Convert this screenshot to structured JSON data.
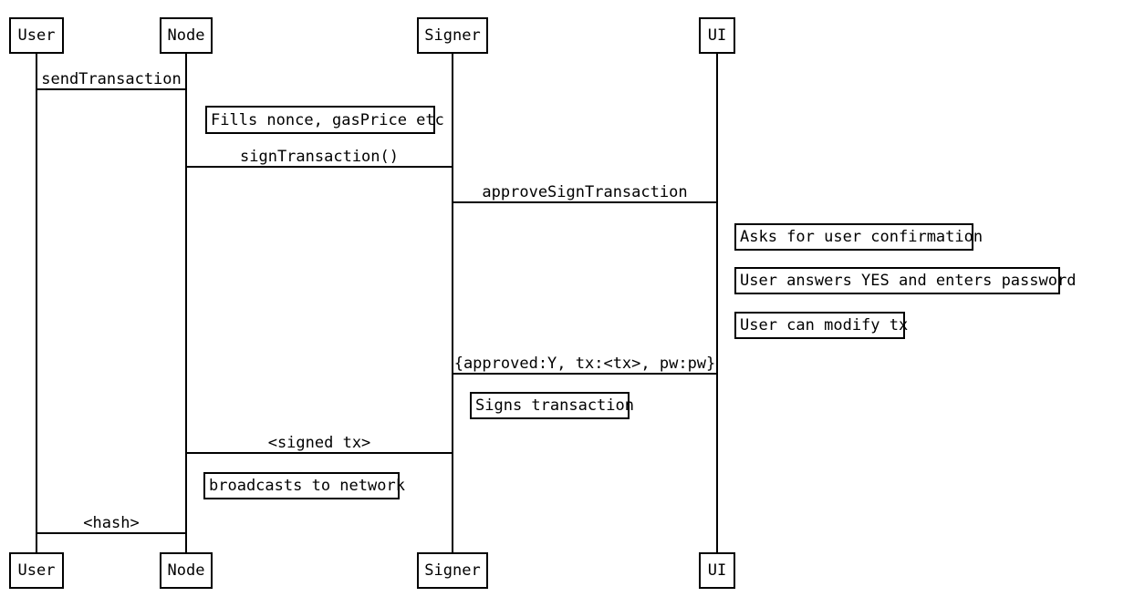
{
  "diagram": {
    "type": "sequence",
    "colors": {
      "line": "#000000",
      "text": "#000000",
      "background": "#ffffff"
    },
    "actors": [
      {
        "id": "user",
        "label": "User"
      },
      {
        "id": "node",
        "label": "Node"
      },
      {
        "id": "signer",
        "label": "Signer"
      },
      {
        "id": "ui",
        "label": "UI"
      }
    ],
    "messages": [
      {
        "from": "User",
        "to": "Node",
        "label": "sendTransaction"
      },
      {
        "from": "Node",
        "to": "Signer",
        "label": "signTransaction()"
      },
      {
        "from": "Signer",
        "to": "UI",
        "label": "approveSignTransaction"
      },
      {
        "from": "UI",
        "to": "Signer",
        "label": "{approved:Y, tx:<tx>, pw:pw}"
      },
      {
        "from": "Signer",
        "to": "Node",
        "label": "<signed tx>"
      },
      {
        "from": "Node",
        "to": "User",
        "label": "<hash>"
      }
    ],
    "notes": [
      {
        "actor": "Node",
        "label": "Fills nonce, gasPrice etc"
      },
      {
        "actor": "UI",
        "label": "Asks for user confirmation"
      },
      {
        "actor": "UI",
        "label": "User answers YES and enters password"
      },
      {
        "actor": "UI",
        "label": "User can modify tx"
      },
      {
        "actor": "Signer",
        "label": "Signs transaction"
      },
      {
        "actor": "Node",
        "label": "broadcasts to network"
      }
    ]
  }
}
